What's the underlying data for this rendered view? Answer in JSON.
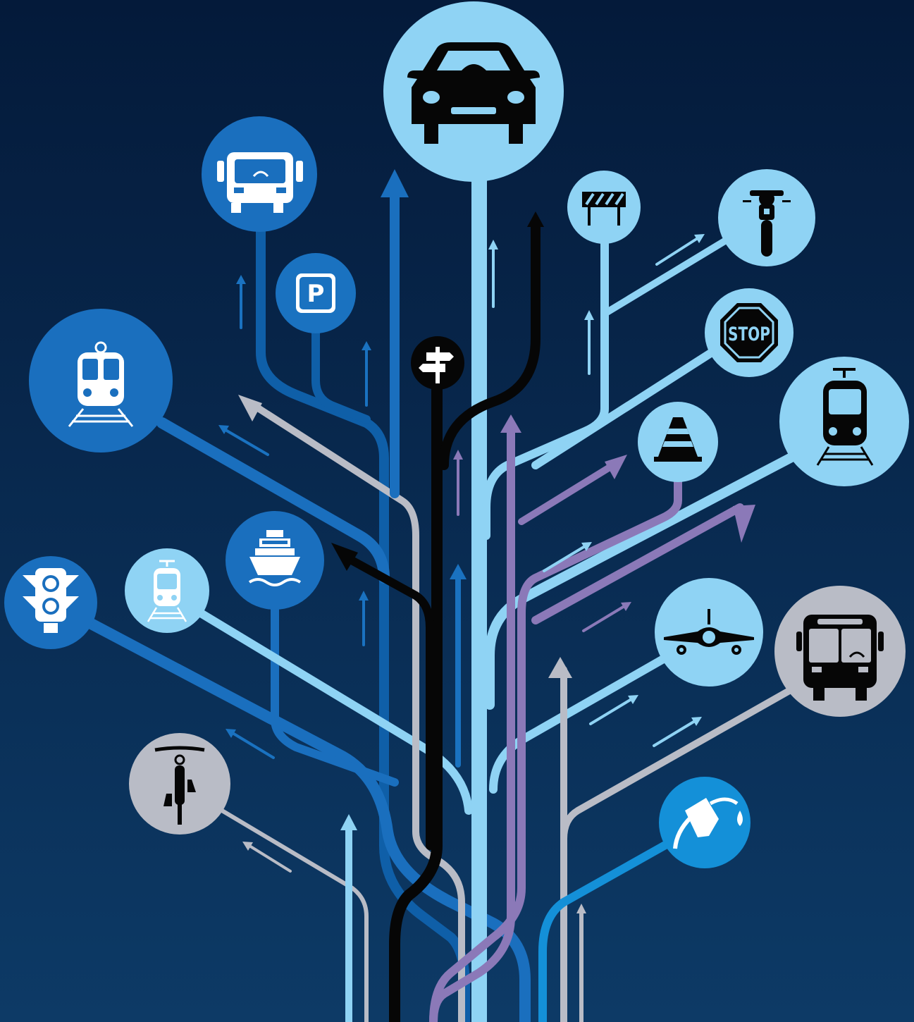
{
  "palette": {
    "background_top": "#041a3a",
    "background_bottom": "#0d3a66",
    "light_blue": "#8fd3f4",
    "mid_blue": "#1a72c0",
    "dark_blue": "#0f5fa8",
    "grey": "#b9bcc6",
    "purple": "#8b79b8",
    "black": "#060606",
    "white": "#ffffff",
    "fuel_blue": "#1490d8"
  },
  "nodes": [
    {
      "id": "car",
      "icon": "car-icon"
    },
    {
      "id": "truck",
      "icon": "truck-icon"
    },
    {
      "id": "parking",
      "icon": "parking-sign-icon",
      "text": "P"
    },
    {
      "id": "train",
      "icon": "train-icon"
    },
    {
      "id": "signpost",
      "icon": "signpost-icon"
    },
    {
      "id": "barrier",
      "icon": "road-barrier-icon"
    },
    {
      "id": "motorcycle",
      "icon": "motorcycle-icon"
    },
    {
      "id": "stop",
      "icon": "stop-sign-icon",
      "text": "STOP"
    },
    {
      "id": "tram",
      "icon": "tram-icon"
    },
    {
      "id": "cone",
      "icon": "traffic-cone-icon"
    },
    {
      "id": "traffic-light",
      "icon": "traffic-light-icon"
    },
    {
      "id": "tram-small",
      "icon": "small-tram-icon"
    },
    {
      "id": "ship",
      "icon": "ship-icon"
    },
    {
      "id": "airplane",
      "icon": "airplane-icon"
    },
    {
      "id": "bus",
      "icon": "bus-icon"
    },
    {
      "id": "bicycle",
      "icon": "bicycle-icon"
    },
    {
      "id": "fuel",
      "icon": "fuel-pump-icon"
    }
  ]
}
